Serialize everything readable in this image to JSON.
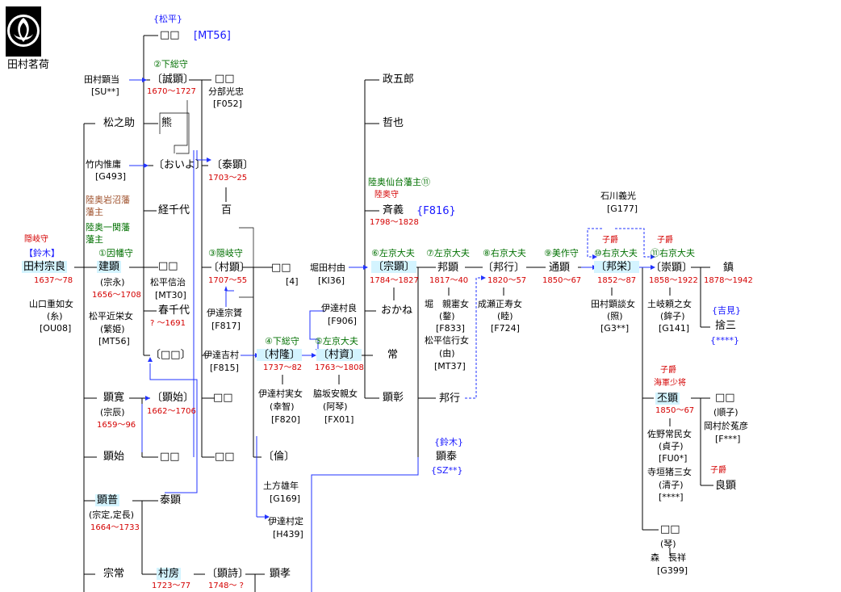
{
  "crest": {
    "caption": "田村茗荷"
  },
  "sq": "□□",
  "people": {
    "matsudaira_top": {
      "tag": "{松平}",
      "name": "□□",
      "ref": "[MT56]"
    },
    "shigeaki": {
      "rank": "②下総守",
      "name": "〔誠顕〕",
      "years": "1670～1727"
    },
    "tamura_akimasa": {
      "name": "田村顕当",
      "ref": "[SU**]"
    },
    "wakebe": {
      "name": "□□",
      "spouse": "分部光忠",
      "ref": "[F052]"
    },
    "matsunosuke": {
      "name": "松之助"
    },
    "kuma": {
      "name": "熊"
    },
    "takeuchi": {
      "name": "竹内惟庸",
      "ref": "[G493]"
    },
    "oiyo": {
      "name": "〔おいよ〕"
    },
    "yasuaki": {
      "name": "〔泰顕〕",
      "years": "1703～25"
    },
    "iwanuma": {
      "title": "陸奥岩沼藩\n藩主"
    },
    "ichinoseki": {
      "title": "陸奥一関藩\n藩主"
    },
    "kyosenyo": {
      "name": "経千代"
    },
    "momo": {
      "name": "百"
    },
    "munesuke": {
      "clan": "【鈴木】",
      "rank": "隠岐守",
      "name": "田村宗良",
      "years": "1637～78",
      "spouse": "山口重如女",
      "spouse_alias": "(糸)",
      "ref": "[OU08]"
    },
    "tateaki": {
      "rank": "①因幡守",
      "name": "建顕",
      "alias": "(宗永)",
      "years": "1656～1708"
    },
    "matsudaira_nobuharu": {
      "name": "□□",
      "spouse": "松平信治",
      "ref": "[MT30]"
    },
    "matsudaira_chikaei": {
      "name": "松平近栄女",
      "alias": "(繁姫)",
      "ref": "[MT56]"
    },
    "haruchiyo": {
      "name": "春千代",
      "years": "? ～1691"
    },
    "muraaki": {
      "rank": "③隠岐守",
      "name": "〔村顕〕",
      "years": "1707～55"
    },
    "four": {
      "name": "□□",
      "ref": "[4]"
    },
    "date_muneyasu": {
      "name": "伊達宗贇",
      "ref": "[F817]"
    },
    "boxed": {
      "name": "〔□□〕"
    },
    "date_yoshimura": {
      "name": "伊達吉村",
      "ref": "[F815]"
    },
    "murataka": {
      "rank": "④下総守",
      "name": "〔村隆〕",
      "years": "1737～82",
      "spouse": "伊達村実女",
      "spouse_alias": "(幸智)",
      "ref": "[F820]"
    },
    "murasuke": {
      "rank": "⑤左京大夫",
      "name": "〔村資〕",
      "years": "1763～1808",
      "spouse": "脇坂安親女",
      "spouse_alias": "(阿琴)",
      "ref": "[FX01]"
    },
    "akihiro": {
      "name": "顕寛",
      "alias": "(宗辰)",
      "years": "1659～96"
    },
    "akimoto_b": {
      "name": "〔顕始〕",
      "years": "1662～1706"
    },
    "akimoto": {
      "name": "顕始"
    },
    "akihiro2": {
      "name": "顕普",
      "alias": "(宗定,定長)",
      "years": "1664～1733"
    },
    "taiken": {
      "name": "泰顕"
    },
    "rin": {
      "name": "〔倫〕",
      "spouse": "土方雄年",
      "ref": "[G169]"
    },
    "date_murasada": {
      "name": "伊達村定",
      "ref": "[H439]"
    },
    "munetsune": {
      "name": "宗常"
    },
    "murafusa": {
      "name": "村房",
      "years": "1723～77"
    },
    "akinori": {
      "name": "〔顕詩〕",
      "years": "1748～ ?"
    },
    "akitaka": {
      "name": "顕孝"
    },
    "masagoro": {
      "name": "政五郎"
    },
    "tetsuya": {
      "name": "哲也"
    },
    "sendai": {
      "title": "陸奥仙台藩主⑪",
      "rank": "陸奥守",
      "name": "斉義",
      "ref": "{F816}",
      "years": "1798～1828"
    },
    "horita": {
      "name": "堀田村由",
      "ref": "[KI36]"
    },
    "muneaki": {
      "rank": "⑥左京大夫",
      "name": "〔宗顕〕",
      "years": "1784～1827"
    },
    "date_murayoshi": {
      "name": "伊達村良",
      "ref": "[F906]"
    },
    "okane": {
      "name": "おかね"
    },
    "tsune": {
      "name": "常"
    },
    "akiakira": {
      "name": "顕彰"
    },
    "kuniaki": {
      "rank": "⑦左京大夫",
      "name": "邦顕",
      "years": "1817～40",
      "spouse": "堀　親寚女",
      "spouse_alias": "(鍪)",
      "ref": "[F833]",
      "spouse2": "松平信行女",
      "spouse2_alias": "(由)",
      "ref2": "[MT37]"
    },
    "kuniyuki": {
      "name": "邦行"
    },
    "suzuki": {
      "clan": "{鈴木}",
      "name": "顕泰",
      "ref": "{SZ**}"
    },
    "kuniyuki2": {
      "rank": "⑧右京大夫",
      "name": "〔邦行〕",
      "years": "1820～57",
      "spouse": "成瀬正寿女",
      "spouse_alias": "(睦)",
      "ref": "[F724]"
    },
    "michiaki": {
      "rank": "⑨美作守",
      "name": "通顕",
      "years": "1850～67"
    },
    "ishikawa": {
      "name": "石川義光",
      "ref": "[G177]"
    },
    "kunisakae": {
      "title": "子爵",
      "rank": "⑩右京大夫",
      "name": "〔邦栄〕",
      "years": "1852～87",
      "spouse": "田村顕談女",
      "spouse_alias": "(照)",
      "ref": "[G3**]"
    },
    "takaaki": {
      "title": "子爵",
      "rank": "⑪右京大夫",
      "name": "〔崇顕〕",
      "years": "1858～1922",
      "spouse": "土岐頼之女",
      "spouse_alias": "(鉾子)",
      "ref": "[G141]"
    },
    "shizume": {
      "name": "鎮",
      "years": "1878～1942"
    },
    "kichimi": {
      "clan": "{吉見}",
      "name": "捨三",
      "ref": "{****}"
    },
    "fuaki": {
      "title": "子爵",
      "rank": "海軍少将",
      "name": "丕顕",
      "years": "1850～67",
      "spouse": "佐野常民女",
      "spouse_alias": "(貞子)",
      "ref": "[FU0*]",
      "spouse2": "寺垣猪三女",
      "spouse2_alias": "(清子)",
      "ref2": "[****]"
    },
    "junko": {
      "name": "□□",
      "alias": "(順子)",
      "spouse": "岡村於菟彦",
      "ref": "[F***]"
    },
    "yoshiaki": {
      "title": "子爵",
      "name": "良顕"
    },
    "koto": {
      "name": "□□",
      "alias": "(琴)",
      "spouse": "森　長祥",
      "ref": "[G399]"
    }
  }
}
